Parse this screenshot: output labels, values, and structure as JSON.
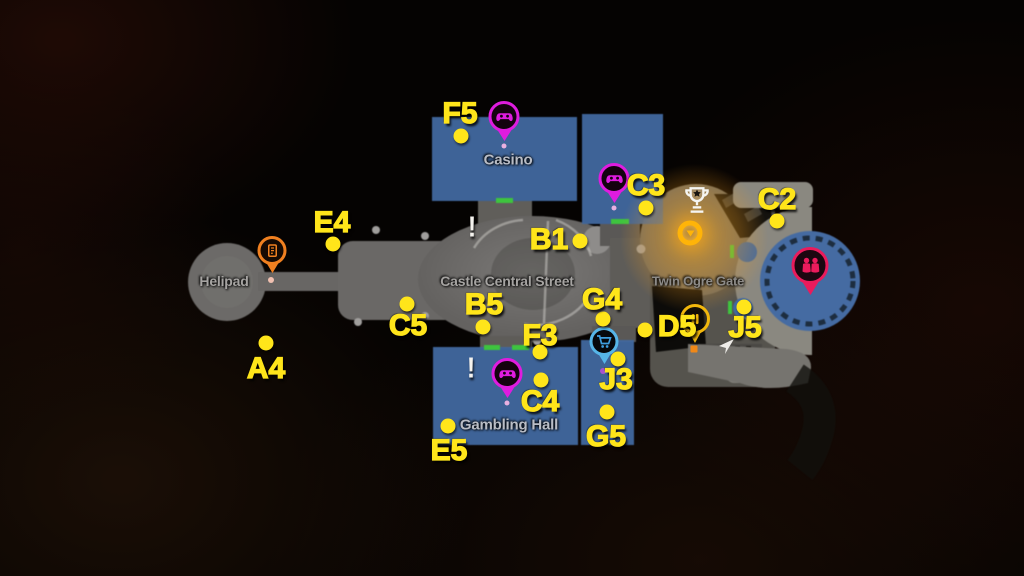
{
  "colors": {
    "background": "#050302",
    "road_gray": "#6a6866",
    "building_blue": "#41689f",
    "marker_yellow": "#ffe51a",
    "pin_magenta": "#df1cdf",
    "pin_red": "#ea1b5c",
    "pin_orange": "#f08020",
    "pin_lightblue": "#56b5e8",
    "objective_gold": "#ffb408",
    "door_green": "#3ec43e"
  },
  "map": {
    "area_labels": [
      {
        "id": "helipad",
        "text": "Helipad"
      },
      {
        "id": "casino",
        "text": "Casino"
      },
      {
        "id": "castle-central-street",
        "text": "Castle Central Street"
      },
      {
        "id": "twin-ogre-gate",
        "text": "Twin Ogre Gate"
      },
      {
        "id": "gambling-hall",
        "text": "Gambling Hall"
      }
    ],
    "grid_markers": [
      {
        "label": "F5"
      },
      {
        "label": "C3"
      },
      {
        "label": "C2"
      },
      {
        "label": "E4"
      },
      {
        "label": "B1"
      },
      {
        "label": "C5"
      },
      {
        "label": "B5"
      },
      {
        "label": "G4"
      },
      {
        "label": "D5"
      },
      {
        "label": "J5"
      },
      {
        "label": "A4"
      },
      {
        "label": "F3"
      },
      {
        "label": "J3"
      },
      {
        "label": "C4"
      },
      {
        "label": "E5"
      },
      {
        "label": "G5"
      }
    ],
    "alert_symbol": "!",
    "icons": {
      "minigame_pins": "gamepad-icon",
      "boss_pin": "duel-icon",
      "shop_pin": "cart-icon",
      "helipad_pin": "vending-icon",
      "gate_pin": "double-bars-icon",
      "objective": "gold-ring-icon",
      "achievement": "trophy-icon",
      "pointer": "arrow-icon"
    }
  }
}
